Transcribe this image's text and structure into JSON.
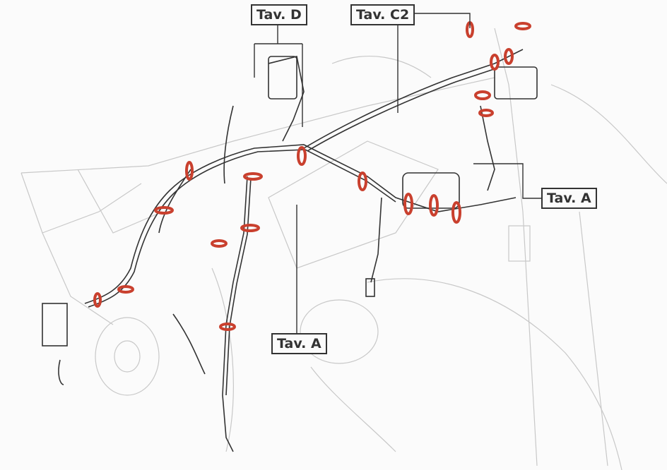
{
  "labels": {
    "tav_d": "Tav. D",
    "tav_c2": "Tav. C2",
    "tav_a_right": "Tav. A",
    "tav_a_bottom": "Tav. A"
  },
  "colors": {
    "line": "#333333",
    "clamp": "#c9402e",
    "ghost": "#d8d8d8"
  }
}
